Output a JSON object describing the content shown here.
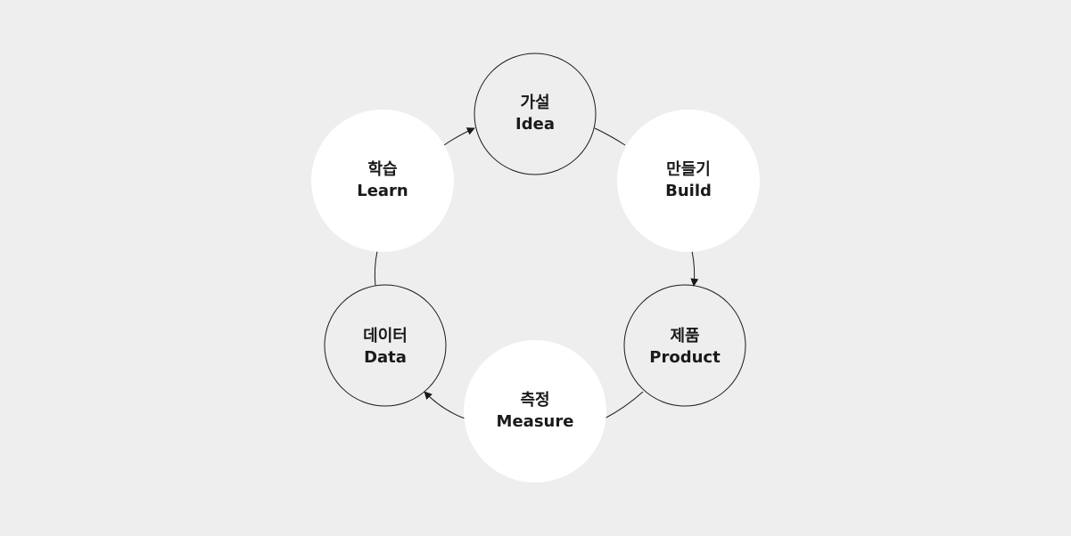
{
  "diagram": {
    "nodes": {
      "idea": {
        "ko": "가설",
        "en": "Idea"
      },
      "build": {
        "ko": "만들기",
        "en": "Build"
      },
      "product": {
        "ko": "제품",
        "en": "Product"
      },
      "measure": {
        "ko": "측정",
        "en": "Measure"
      },
      "data": {
        "ko": "데이터",
        "en": "Data"
      },
      "learn": {
        "ko": "학습",
        "en": "Learn"
      }
    },
    "colors": {
      "background": "#eeeeee",
      "filled_node": "#ffffff",
      "stroke": "#1a1a1a"
    }
  }
}
